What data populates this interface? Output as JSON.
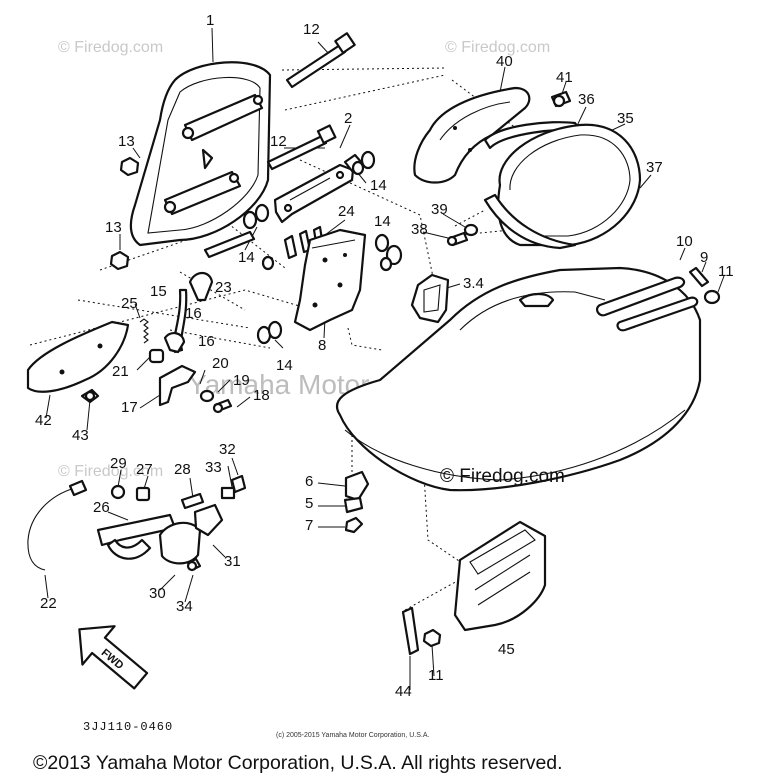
{
  "watermarks": {
    "top_left": "© Firedog.com",
    "top_right": "© Firedog.com",
    "mid_left": "© Firedog.com",
    "center": "Yamaha Motor Corp. U.S.A."
  },
  "firedog_mark": "© Firedog.com",
  "diagram_code": "3JJ110-0460",
  "small_copyright": "(c) 2005-2015 Yamaha Motor Corporation, U.S.A.",
  "footer_copyright": "©2013 Yamaha Motor Corporation, U.S.A. All rights reserved.",
  "fwd_label": "FWD",
  "callouts": {
    "c1": "1",
    "c2": "2",
    "c3_4": "3.4",
    "c5": "5",
    "c6": "6",
    "c7": "7",
    "c8": "8",
    "c9": "9",
    "c10": "10",
    "c11a": "11",
    "c11b": "11",
    "c12a": "12",
    "c12b": "12",
    "c13a": "13",
    "c13b": "13",
    "c14a": "14",
    "c14b": "14",
    "c14c": "14",
    "c14d": "14",
    "c15": "15",
    "c16a": "16",
    "c16b": "16",
    "c17": "17",
    "c18": "18",
    "c19": "19",
    "c20": "20",
    "c21": "21",
    "c22": "22",
    "c23": "23",
    "c24": "24",
    "c25": "25",
    "c26": "26",
    "c27": "27",
    "c28": "28",
    "c29": "29",
    "c30": "30",
    "c31": "31",
    "c32": "32",
    "c33": "33",
    "c34": "34",
    "c35": "35",
    "c36": "36",
    "c37": "37",
    "c38": "38",
    "c39": "39",
    "c40": "40",
    "c41": "41",
    "c42": "42",
    "c43": "43",
    "c44": "44",
    "c45": "45"
  }
}
